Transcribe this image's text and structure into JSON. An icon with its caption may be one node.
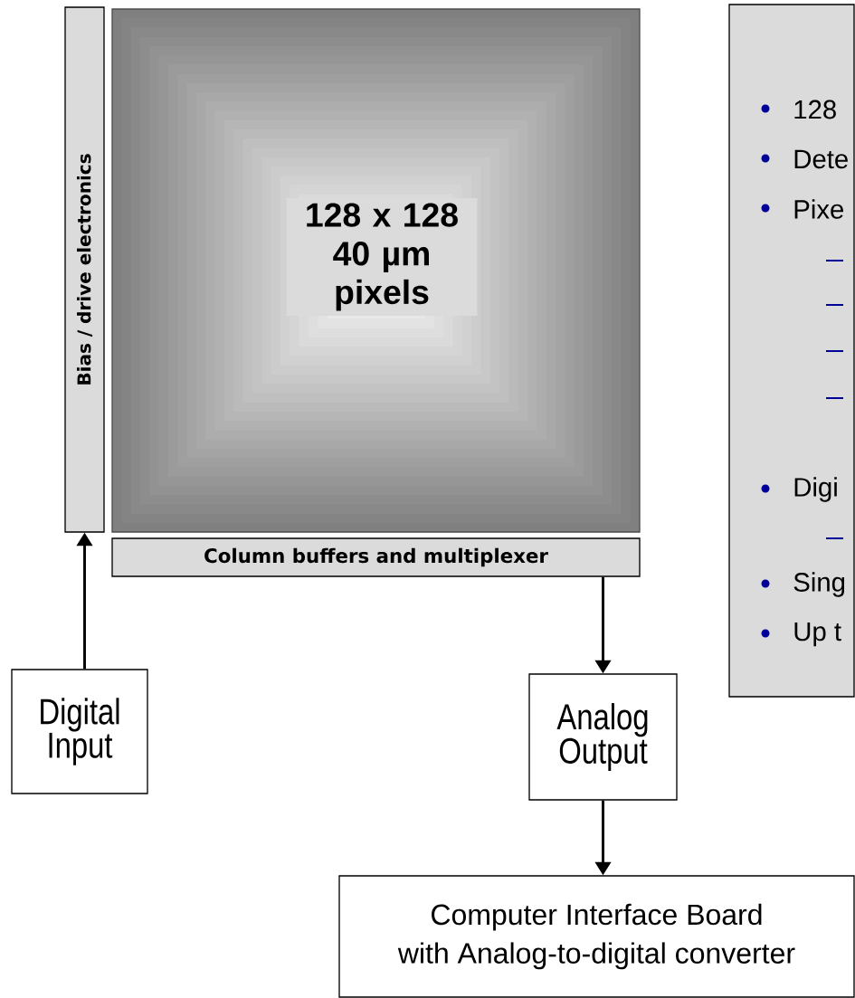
{
  "diagram": {
    "nodes": [
      {
        "text": [
          "128 x 128 40 µm pixels"
        ]
      },
      {
        "text": [
          "Bias / drive electronics"
        ]
      },
      {
        "text": [
          "Column buffers and multiplexer"
        ]
      },
      {
        "text": [
          "Digital Input"
        ]
      },
      {
        "text": [
          "Analog Output"
        ]
      },
      {
        "text": [
          "Computer Interface Board with Analog-to-digital converter"
        ]
      },
      {
        "text": [
          "128",
          "Dete",
          "Pixe",
          "Digi",
          "Sing",
          "Up t"
        ]
      }
    ],
    "edges": [
      {
        "from": 3,
        "to": 1,
        "arrow": "to"
      },
      {
        "from": 2,
        "to": 4,
        "arrow": "to"
      },
      {
        "from": 4,
        "to": 5,
        "arrow": "to"
      }
    ]
  }
}
